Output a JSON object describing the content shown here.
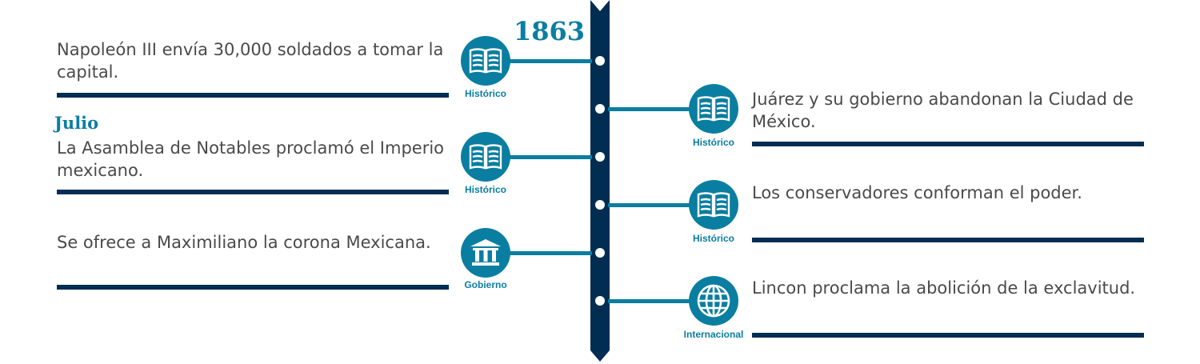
{
  "year": "1863",
  "colors": {
    "accent": "#0a7ea1",
    "navy": "#022d52",
    "text": "#4a4a4a"
  },
  "left_events": [
    {
      "month": "",
      "text": "Napoleón III envía 30,000 soldados a tomar la capital.",
      "category": "Histórico",
      "icon": "book-icon"
    },
    {
      "month": "Julio",
      "text": "La Asamblea de Notables proclamó el Imperio mexicano.",
      "category": "Histórico",
      "icon": "book-icon"
    },
    {
      "month": "",
      "text": "Se ofrece a Maximiliano la corona Mexicana.",
      "category": "Gobierno",
      "icon": "government-building-icon"
    }
  ],
  "right_events": [
    {
      "text": "Juárez y su gobierno abandonan la Ciudad de México.",
      "category": "Histórico",
      "icon": "book-icon"
    },
    {
      "text": "Los conservadores conforman el poder.",
      "category": "Histórico",
      "icon": "book-icon"
    },
    {
      "text": "Lincon proclama la abolición de la exclavitud.",
      "category": "Internacional",
      "icon": "globe-icon"
    }
  ]
}
